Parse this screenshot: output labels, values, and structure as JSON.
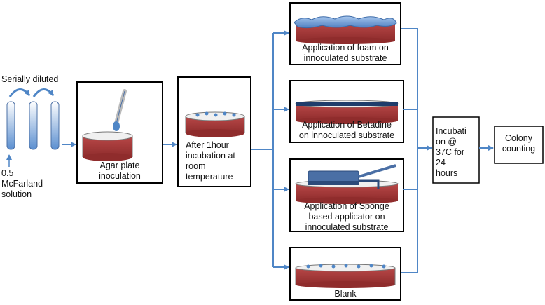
{
  "diagram": {
    "dilution": {
      "label": "Serially diluted",
      "mcfarland": "0.5\nMcFarland\nsolution"
    },
    "steps": {
      "inoculation": "Agar plate\ninoculation",
      "incubation_room": "After 1hour\nincubation at\nroom\ntemperature",
      "incubation_37": "Incubati\non @\n37C for\n24\nhours",
      "colony": "Colony\ncounting"
    },
    "treatments": {
      "foam": "Application of foam on\ninnoculated substrate",
      "betadine": "Application of Betadine\non innoculated substrate",
      "sponge": "Application of Sponge\nbased applicator on\ninnoculated substrate",
      "blank": "Blank"
    }
  },
  "colors": {
    "arrow": "#4f86c6",
    "agar": "#a53a3a",
    "foam": "#5b8fd0",
    "betadine_bar": "#1f3d6b",
    "applicator": "#4a6fa5",
    "tube_fill": "#5b8fd0",
    "box_border": "#000000"
  }
}
